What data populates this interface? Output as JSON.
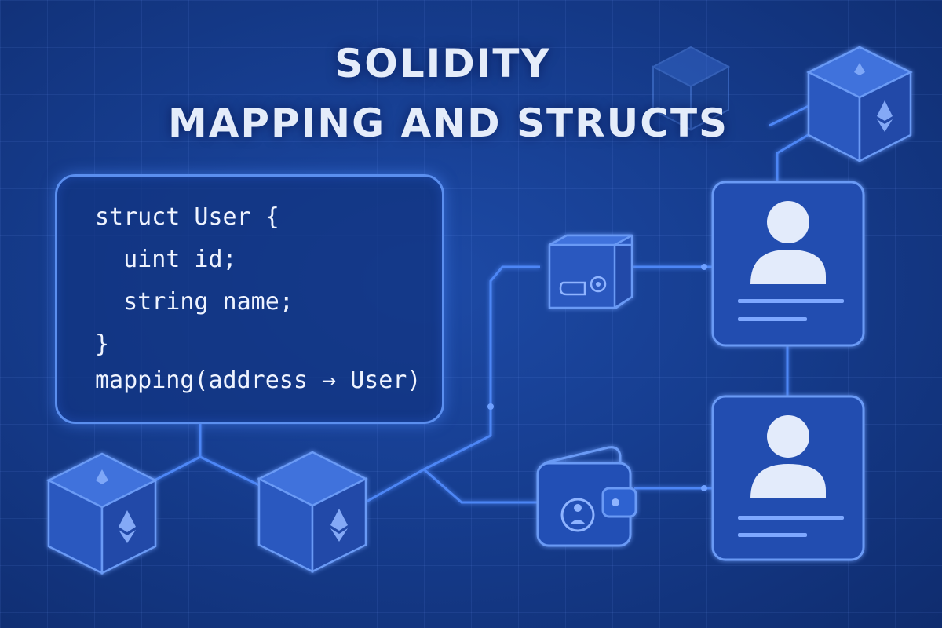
{
  "title": {
    "line1": "SOLIDITY",
    "line2": "MAPPING AND STRUCTS"
  },
  "code": {
    "lines": [
      "struct User {",
      "  uint id;",
      "  string name;",
      "}",
      "mapping(address → User)"
    ]
  },
  "nodes": {
    "blocks": [
      "ethereum-cube",
      "ethereum-cube",
      "ethereum-cube",
      "ethereum-cube"
    ],
    "wallets": [
      "wallet-icon",
      "wallet-icon"
    ],
    "users": [
      "user-card",
      "user-card"
    ]
  },
  "colors": {
    "background": "#163d8f",
    "accent": "#5b8fef",
    "text": "#e4ecfa",
    "node_fill": "#2d5bc4"
  }
}
